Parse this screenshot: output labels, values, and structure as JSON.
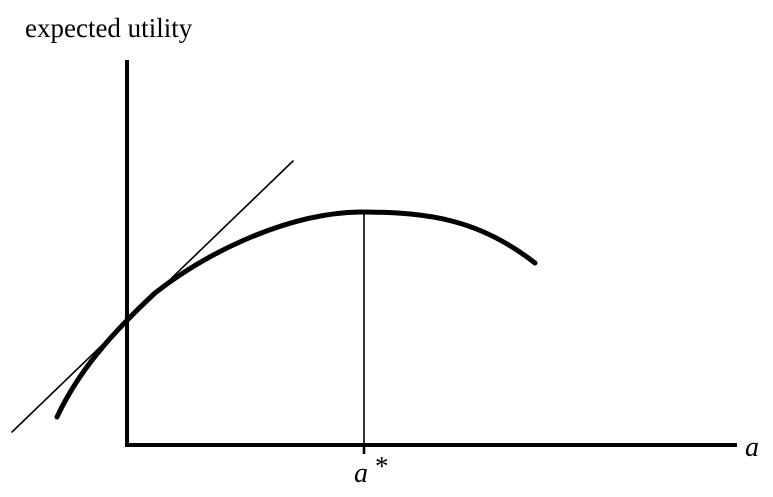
{
  "diagram": {
    "ylabel": "expected utility",
    "xlabel": "a",
    "marker_label": "a*",
    "marker_label_base": "a",
    "marker_label_sup": "*"
  },
  "colors": {
    "stroke": "#000000",
    "background": "#ffffff"
  }
}
